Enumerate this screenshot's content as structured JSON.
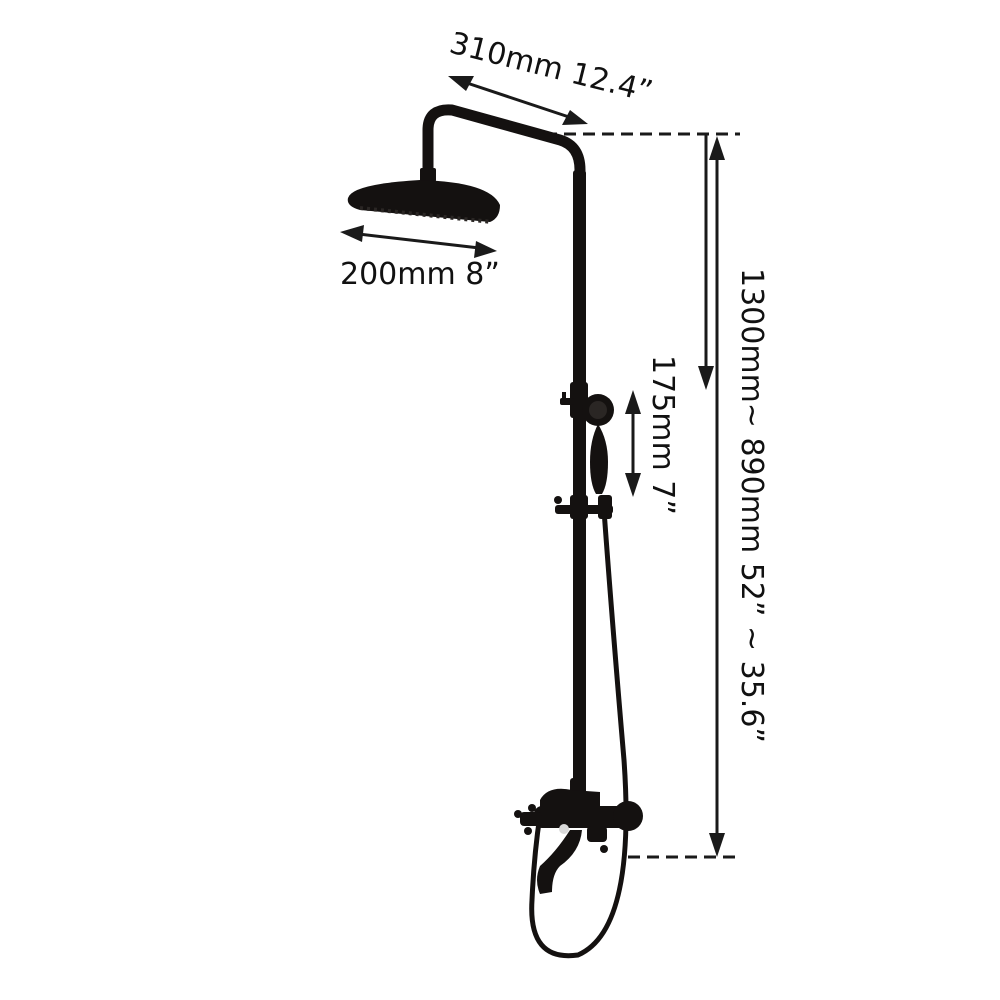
{
  "diagram": {
    "subject": "Wall-mounted shower system with rain shower head, hand shower and tub spout",
    "colors": {
      "fixture": "#141110",
      "line": "#1a1a1a",
      "background": "#ffffff",
      "accent_knob": "#d9d9d9"
    },
    "dimensions": {
      "arm_length": {
        "label": "310mm 12.4”"
      },
      "head_diameter": {
        "label": "200mm 8”"
      },
      "total_height": {
        "label": "1300mm~ 890mm  52”  ~ 35.6”"
      },
      "slide_range": {
        "label": "175mm 7”"
      }
    },
    "parts": [
      "rain-shower-head",
      "shower-arm",
      "riser-pipe",
      "slide-bar-brackets",
      "hand-shower",
      "shower-hose",
      "cross-handles",
      "tub-spout"
    ]
  }
}
